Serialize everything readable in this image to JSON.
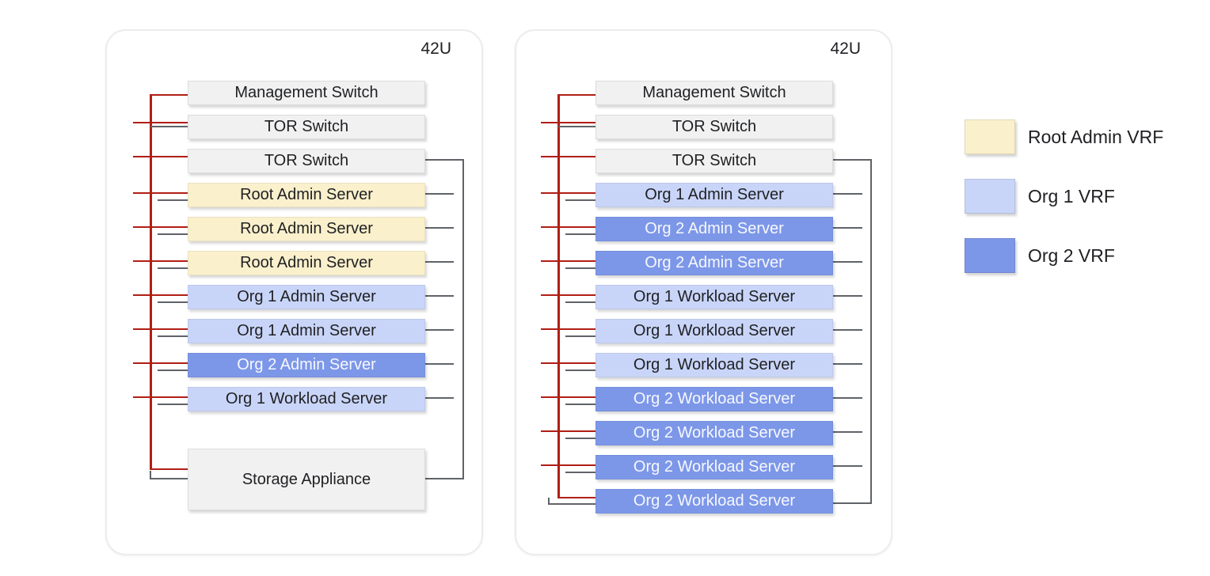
{
  "colors": {
    "root_admin_vrf": "#faf0cc",
    "org1_vrf": "#c9d5f8",
    "org2_vrf": "#7d97e8",
    "switch_gray": "#f1f1f1",
    "mgmt_network_line_red": "#b01e14",
    "data_network_line_gray": "#5f6368"
  },
  "racks": [
    {
      "capacity_label": "42U",
      "units": [
        {
          "label": "Management Switch",
          "role": "management-switch"
        },
        {
          "label": "TOR Switch",
          "role": "tor-switch"
        },
        {
          "label": "TOR Switch",
          "role": "tor-switch"
        },
        {
          "label": "Root Admin Server",
          "role": "server",
          "vrf": "Root Admin VRF"
        },
        {
          "label": "Root Admin Server",
          "role": "server",
          "vrf": "Root Admin VRF"
        },
        {
          "label": "Root Admin Server",
          "role": "server",
          "vrf": "Root Admin VRF"
        },
        {
          "label": "Org 1 Admin Server",
          "role": "server",
          "vrf": "Org 1 VRF"
        },
        {
          "label": "Org 1 Admin Server",
          "role": "server",
          "vrf": "Org 1 VRF"
        },
        {
          "label": "Org 2 Admin Server",
          "role": "server",
          "vrf": "Org 2 VRF"
        },
        {
          "label": "Org 1 Workload Server",
          "role": "server",
          "vrf": "Org 1 VRF"
        },
        {
          "label": "Storage Appliance",
          "role": "storage"
        }
      ]
    },
    {
      "capacity_label": "42U",
      "units": [
        {
          "label": "Management Switch",
          "role": "management-switch"
        },
        {
          "label": "TOR Switch",
          "role": "tor-switch"
        },
        {
          "label": "TOR Switch",
          "role": "tor-switch"
        },
        {
          "label": "Org 1 Admin Server",
          "role": "server",
          "vrf": "Org 1 VRF"
        },
        {
          "label": "Org 2 Admin Server",
          "role": "server",
          "vrf": "Org 2 VRF"
        },
        {
          "label": "Org 2 Admin Server",
          "role": "server",
          "vrf": "Org 2 VRF"
        },
        {
          "label": "Org 1 Workload Server",
          "role": "server",
          "vrf": "Org 1 VRF"
        },
        {
          "label": "Org 1 Workload Server",
          "role": "server",
          "vrf": "Org 1 VRF"
        },
        {
          "label": "Org 1 Workload Server",
          "role": "server",
          "vrf": "Org 1 VRF"
        },
        {
          "label": "Org 2 Workload Server",
          "role": "server",
          "vrf": "Org 2 VRF"
        },
        {
          "label": "Org 2 Workload Server",
          "role": "server",
          "vrf": "Org 2 VRF"
        },
        {
          "label": "Org 2 Workload Server",
          "role": "server",
          "vrf": "Org 2 VRF"
        },
        {
          "label": "Org 2 Workload Server",
          "role": "server",
          "vrf": "Org 2 VRF"
        }
      ]
    }
  ],
  "legend": {
    "items": [
      {
        "label": "Root Admin VRF",
        "color": "#faf0cc"
      },
      {
        "label": "Org 1 VRF",
        "color": "#c9d5f8"
      },
      {
        "label": "Org 2 VRF",
        "color": "#7d97e8"
      }
    ]
  }
}
